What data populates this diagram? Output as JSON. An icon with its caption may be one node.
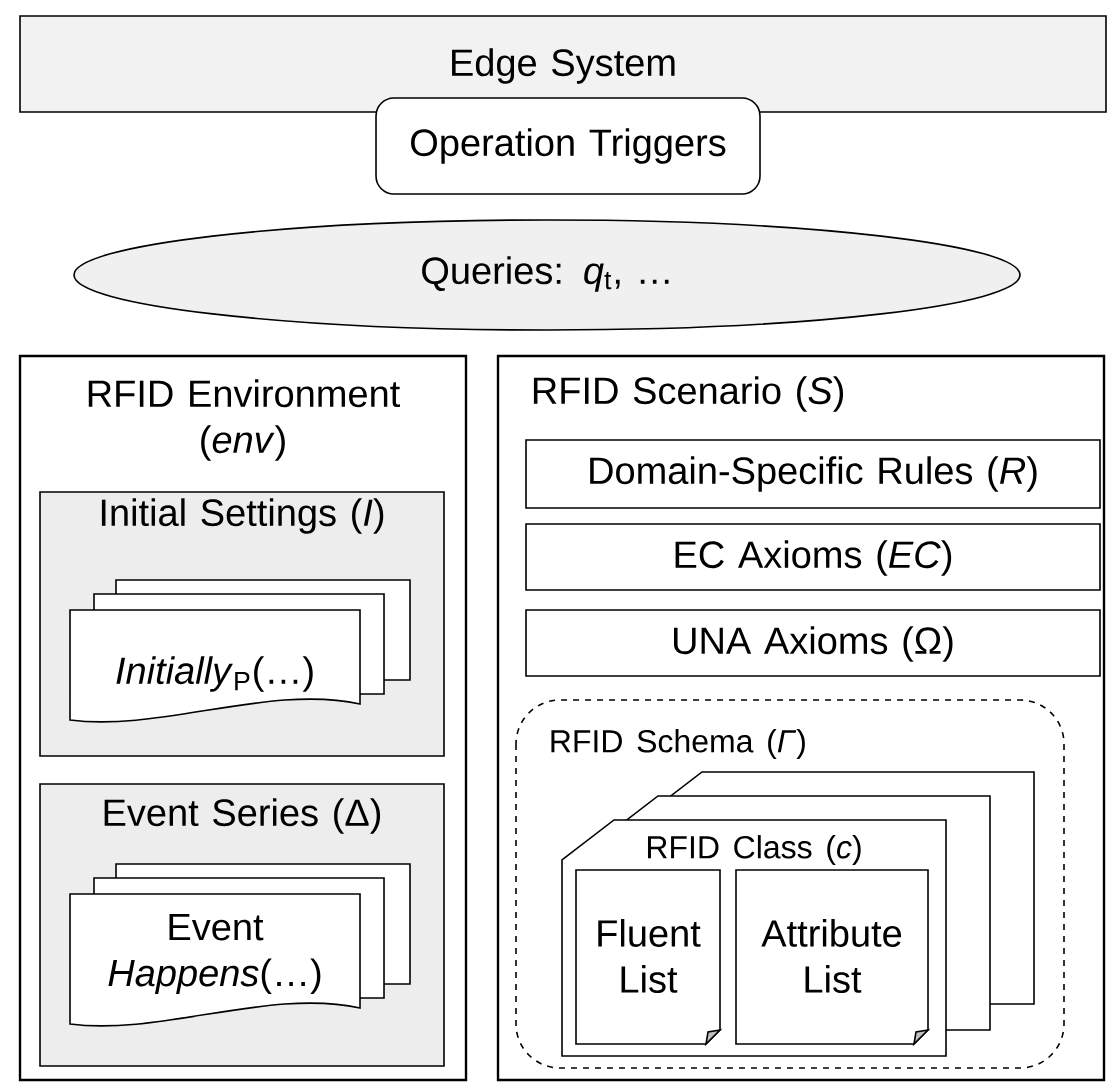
{
  "diagram": {
    "nodes": [
      {
        "text": [
          "Edge System"
        ]
      },
      {
        "text": [
          "Operation Triggers"
        ]
      },
      {
        "text": [
          "Queries: *q*$_{t}$, …"
        ]
      },
      {
        "text": [
          "RFID Environment (*env*)"
        ]
      },
      {
        "text": [
          "Initial Settings (*I*)"
        ],
        "in": 3
      },
      {
        "text": [
          "*Initially*$_{P}$(…)"
        ],
        "in": 4
      },
      {
        "text": [
          "Event Series (Δ)"
        ],
        "in": 3
      },
      {
        "text": [
          "Event *Happens*(…)"
        ],
        "in": 6
      },
      {
        "text": [
          "RFID Scenario (*S*)"
        ]
      },
      {
        "text": [
          "Domain-Specific Rules (*R*)"
        ],
        "in": 8
      },
      {
        "text": [
          "EC Axioms (*EC*)"
        ],
        "in": 8
      },
      {
        "text": [
          "UNA Axioms (Ω)"
        ],
        "in": 8
      },
      {
        "text": [
          "RFID Schema (*Γ*)"
        ],
        "in": 8
      },
      {
        "text": [
          "RFID Class (*c*)"
        ],
        "in": 12
      },
      {
        "text": [
          "Fluent List"
        ],
        "in": 13
      },
      {
        "text": [
          "Attribute List"
        ],
        "in": 13
      }
    ]
  }
}
